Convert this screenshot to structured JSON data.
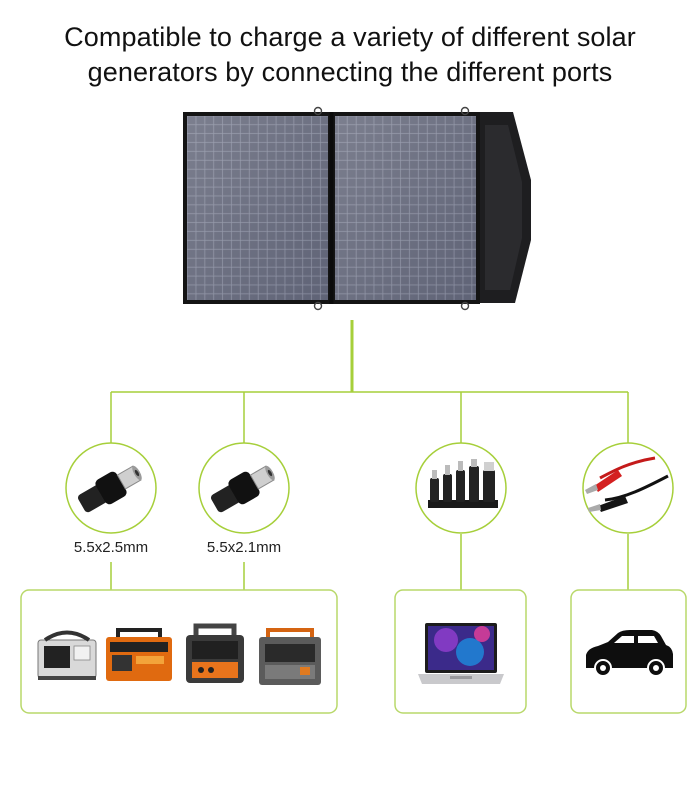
{
  "heading": {
    "line1": "Compatible to charge a variety of different solar",
    "line2": "generators by connecting the different ports"
  },
  "colors": {
    "accent": "#a6cf3a",
    "frame": "#b8d86a",
    "panel": "#6b6f80",
    "panel_border": "#1a1a1a"
  },
  "ports": [
    {
      "name": "dc-5521-plug",
      "label": "5.5x2.5mm",
      "icon": "dc-barrel-plug-icon"
    },
    {
      "name": "dc-5521b-plug",
      "label": "5.5x2.1mm",
      "icon": "dc-barrel-plug-icon"
    },
    {
      "name": "usb-connectors",
      "label": "",
      "icon": "usb-connectors-icon"
    },
    {
      "name": "alligator-clips",
      "label": "",
      "icon": "alligator-clip-icon"
    }
  ],
  "devices": [
    {
      "group": "solar-generators",
      "items": [
        "portable-generator-icon",
        "portable-generator-icon",
        "portable-generator-icon",
        "portable-generator-icon"
      ]
    },
    {
      "group": "laptop",
      "items": [
        "laptop-icon"
      ]
    },
    {
      "group": "car",
      "items": [
        "car-icon"
      ]
    }
  ]
}
